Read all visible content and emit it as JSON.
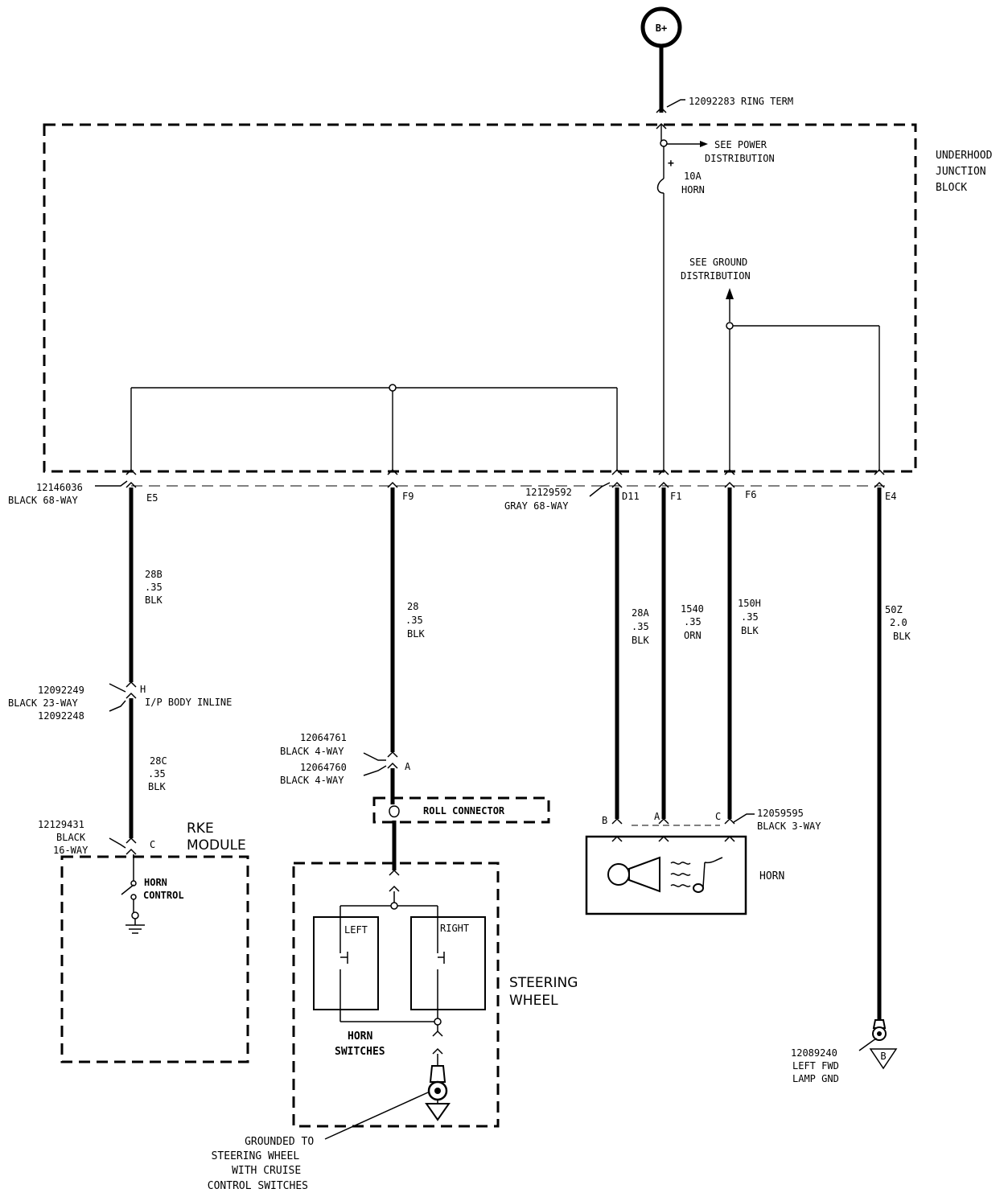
{
  "power": {
    "symbol": "B+",
    "ring_term": "12092283   RING TERM"
  },
  "junction_block": {
    "name_lines": [
      "UNDERHOOD",
      "JUNCTION",
      "BLOCK"
    ],
    "see_power": [
      "SEE POWER",
      "DISTRIBUTION"
    ],
    "fuse": [
      "10A",
      "HORN"
    ],
    "plus": "+",
    "see_ground": [
      "SEE GROUND",
      "DISTRIBUTION"
    ]
  },
  "connector_left": {
    "part": "12146036",
    "desc": "BLACK 68-WAY"
  },
  "connector_right": {
    "part": "12129592",
    "desc": "GRAY  68-WAY"
  },
  "pins": [
    "E5",
    "F9",
    "D11",
    "F1",
    "F6",
    "E4"
  ],
  "wires": {
    "w28b": [
      "28B",
      ".35",
      "BLK"
    ],
    "w28": [
      "28",
      ".35",
      "BLK"
    ],
    "w28a": [
      "28A",
      ".35",
      "BLK"
    ],
    "w1540": [
      "1540",
      ".35",
      "ORN"
    ],
    "w150h": [
      "150H",
      ".35",
      "BLK"
    ],
    "w50z": [
      "50Z",
      "2.0",
      "BLK"
    ],
    "w28c": [
      "28C",
      ".35",
      "BLK"
    ]
  },
  "inline": {
    "part1": "12092249",
    "desc": "BLACK  23-WAY",
    "part2": "12092248",
    "pin": "H",
    "name": "I/P BODY INLINE"
  },
  "rke": {
    "part": "12129431",
    "desc1": "BLACK",
    "desc2": "16-WAY",
    "pin": "C",
    "title": [
      "RKE",
      "MODULE"
    ],
    "control": [
      "HORN",
      "CONTROL"
    ]
  },
  "four_way": {
    "part1": "12064761",
    "desc1": "BLACK 4-WAY",
    "part2": "12064760",
    "desc2": "BLACK 4-WAY",
    "pin": "A"
  },
  "roll_connector": "ROLL CONNECTOR",
  "steering": {
    "title": [
      "STEERING",
      "WHEEL"
    ],
    "left": "LEFT",
    "right": "RIGHT",
    "switches": [
      "HORN",
      "SWITCHES"
    ],
    "grounded": [
      "GROUNDED TO",
      "STEERING WHEEL",
      "WITH CRUISE",
      "CONTROL SWITCHES"
    ]
  },
  "horn": {
    "part": "12059595",
    "desc": "BLACK 3-WAY",
    "pins": [
      "B",
      "A",
      "C"
    ],
    "label": "HORN"
  },
  "ground": {
    "part": "12089240",
    "desc1": "LEFT FWD",
    "desc2": "LAMP GND",
    "symbol": "B"
  }
}
